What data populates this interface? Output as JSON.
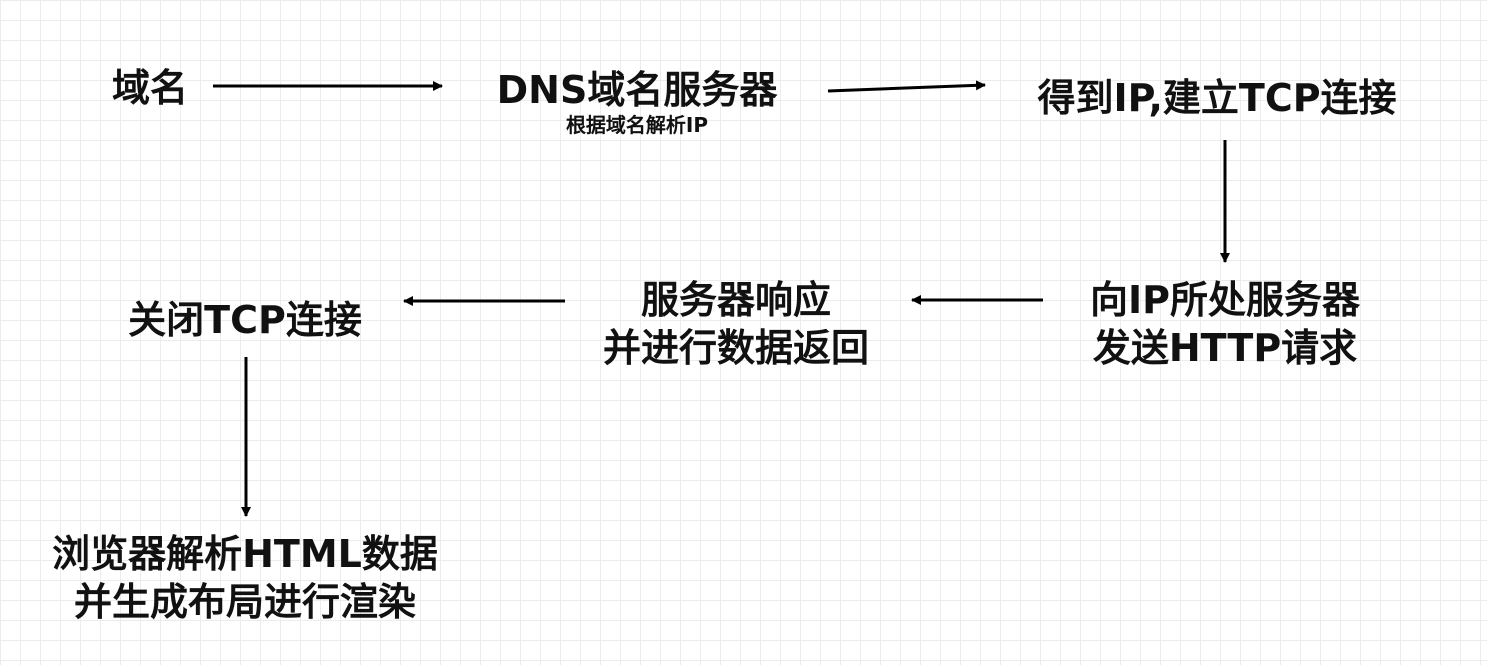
{
  "diagram": {
    "nodes": {
      "domain": {
        "line1": "域名"
      },
      "dns": {
        "line1": "DNS域名服务器",
        "sub": "根据域名解析IP"
      },
      "tcp_connect": {
        "line1": "得到IP,建立TCP连接"
      },
      "http_request": {
        "line1": "向IP所处服务器",
        "line2": "发送HTTP请求"
      },
      "server_response": {
        "line1": "服务器响应",
        "line2": "并进行数据返回"
      },
      "tcp_close": {
        "line1": "关闭TCP连接"
      },
      "browser_render": {
        "line1": "浏览器解析HTML数据",
        "line2": "并生成布局进行渲染"
      }
    },
    "edges": [
      {
        "from": "domain",
        "to": "dns"
      },
      {
        "from": "dns",
        "to": "tcp_connect"
      },
      {
        "from": "tcp_connect",
        "to": "http_request"
      },
      {
        "from": "http_request",
        "to": "server_response"
      },
      {
        "from": "server_response",
        "to": "tcp_close"
      },
      {
        "from": "tcp_close",
        "to": "browser_render"
      }
    ],
    "colors": {
      "stroke": "#000000",
      "text": "#111111",
      "grid": "#ececec"
    }
  }
}
